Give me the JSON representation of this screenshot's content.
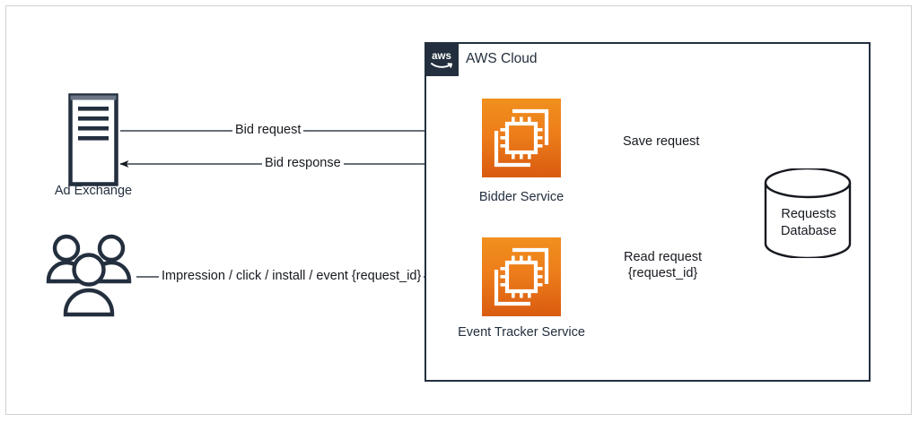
{
  "diagram": {
    "title": "AWS Cloud",
    "cloud_logo_text": "aws",
    "nodes": {
      "ad_exchange": {
        "label": "Ad Exchange",
        "icon": "server-icon"
      },
      "users": {
        "label": "",
        "icon": "users-group-icon"
      },
      "bidder_service": {
        "label": "Bidder Service",
        "icon": "ec2-compute-icon"
      },
      "event_tracker_service": {
        "label": "Event Tracker Service",
        "icon": "ec2-compute-icon"
      },
      "requests_database": {
        "label_line1": "Requests",
        "label_line2": "Database",
        "icon": "database-cylinder-icon"
      }
    },
    "edges": {
      "bid_request": {
        "label": "Bid request"
      },
      "bid_response": {
        "label": "Bid response"
      },
      "save_request": {
        "label": "Save request"
      },
      "read_request": {
        "label_line1": "Read request",
        "label_line2": "{request_id}"
      },
      "impression_event": {
        "label": "Impression / click / install / event {request_id}"
      }
    },
    "colors": {
      "aws_navy": "#232f3e",
      "service_orange_top": "#f0901e",
      "service_orange_bottom": "#d95b10",
      "connector": "#545b64",
      "frame": "#d0d0d2"
    }
  }
}
